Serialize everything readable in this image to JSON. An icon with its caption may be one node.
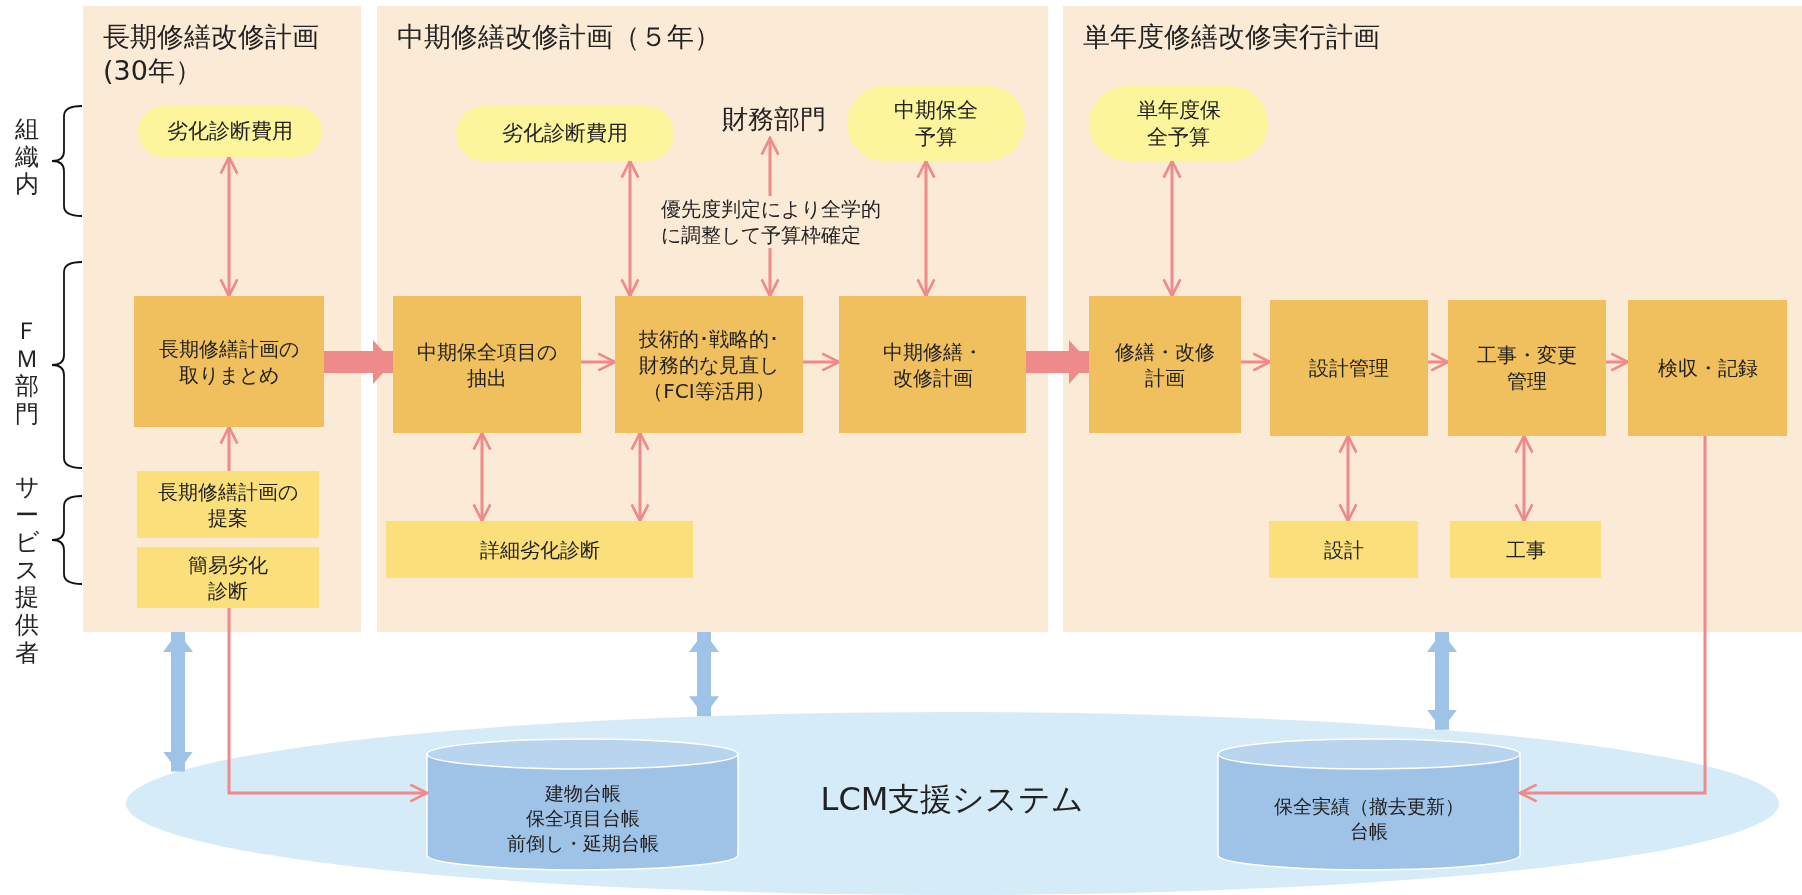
{
  "diagram": {
    "nodes": [
      {
        "text": [
          "長期修繕改修計画(30年）"
        ]
      },
      {
        "text": [
          "中期修繕改修計画（５年）"
        ]
      },
      {
        "text": [
          "単年度修繕改修実行計画"
        ]
      },
      {
        "text": [
          "劣化診断費用"
        ],
        "in": 0
      },
      {
        "text": [
          "長期修繕計画の取りまとめ"
        ],
        "in": 0
      },
      {
        "text": [
          "長期修繕計画の提案"
        ],
        "in": 0
      },
      {
        "text": [
          "簡易劣化診断"
        ],
        "in": 0
      },
      {
        "text": [
          "劣化診断費用"
        ],
        "in": 1
      },
      {
        "text": [
          "財務部門"
        ],
        "in": 1
      },
      {
        "text": [
          "中期保全予算"
        ],
        "in": 1
      },
      {
        "text": [
          "中期保全項目の抽出"
        ],
        "in": 1
      },
      {
        "text": [
          "技術的･戦略的･財務的な見直し（FCI等活用）"
        ],
        "in": 1
      },
      {
        "text": [
          "中期修繕・改修計画"
        ],
        "in": 1
      },
      {
        "text": [
          "詳細劣化診断"
        ],
        "in": 1
      },
      {
        "text": [
          "単年度保全予算"
        ],
        "in": 2
      },
      {
        "text": [
          "修繕・改修計画"
        ],
        "in": 2
      },
      {
        "text": [
          "設計管理"
        ],
        "in": 2
      },
      {
        "text": [
          "工事・変更管理"
        ],
        "in": 2
      },
      {
        "text": [
          "検収・記録"
        ],
        "in": 2
      },
      {
        "text": [
          "設計"
        ],
        "in": 2
      },
      {
        "text": [
          "工事"
        ],
        "in": 2
      },
      {
        "text": [
          "LCM支援システム"
        ]
      },
      {
        "text": [
          "建物台帳",
          "保全項目台帳",
          "前倒し・延期台帳"
        ],
        "in": 21
      },
      {
        "text": [
          "保全実績（撤去更新）台帳"
        ],
        "in": 21
      }
    ],
    "edges": [
      {
        "from": 3,
        "to": 4,
        "arrow": "both"
      },
      {
        "from": 5,
        "to": 4,
        "arrow": "to"
      },
      {
        "from": 6,
        "to": 22,
        "arrow": "to"
      },
      {
        "from": 4,
        "to": 10,
        "arrow": "to",
        "style": "thick"
      },
      {
        "from": 10,
        "to": 11,
        "arrow": "to"
      },
      {
        "from": 11,
        "to": 12,
        "arrow": "to"
      },
      {
        "from": 7,
        "to": 11,
        "arrow": "both"
      },
      {
        "from": 8,
        "to": 11,
        "arrow": "both"
      },
      {
        "from": 9,
        "to": 12,
        "arrow": "both"
      },
      {
        "from": 10,
        "to": 13,
        "arrow": "both"
      },
      {
        "from": 11,
        "to": 13,
        "arrow": "both"
      },
      {
        "from": 12,
        "to": 15,
        "arrow": "to",
        "style": "thick"
      },
      {
        "from": 14,
        "to": 15,
        "arrow": "both"
      },
      {
        "from": 15,
        "to": 16,
        "arrow": "to"
      },
      {
        "from": 16,
        "to": 17,
        "arrow": "to"
      },
      {
        "from": 17,
        "to": 18,
        "arrow": "to"
      },
      {
        "from": 16,
        "to": 19,
        "arrow": "both"
      },
      {
        "from": 17,
        "to": 20,
        "arrow": "both"
      },
      {
        "from": 18,
        "to": 23,
        "arrow": "to"
      },
      {
        "from": 0,
        "to": 21,
        "arrow": "both",
        "style": "thick",
        "color": "#9ec3e6"
      },
      {
        "from": 1,
        "to": 21,
        "arrow": "both",
        "style": "thick",
        "color": "#9ec3e6"
      },
      {
        "from": 2,
        "to": 21,
        "arrow": "both",
        "style": "thick",
        "color": "#9ec3e6"
      }
    ],
    "labels": [
      "優先度判定により全学的に調整して予算枠確定",
      "組織内",
      "ＦＭ部門",
      "サービス提供者"
    ]
  }
}
